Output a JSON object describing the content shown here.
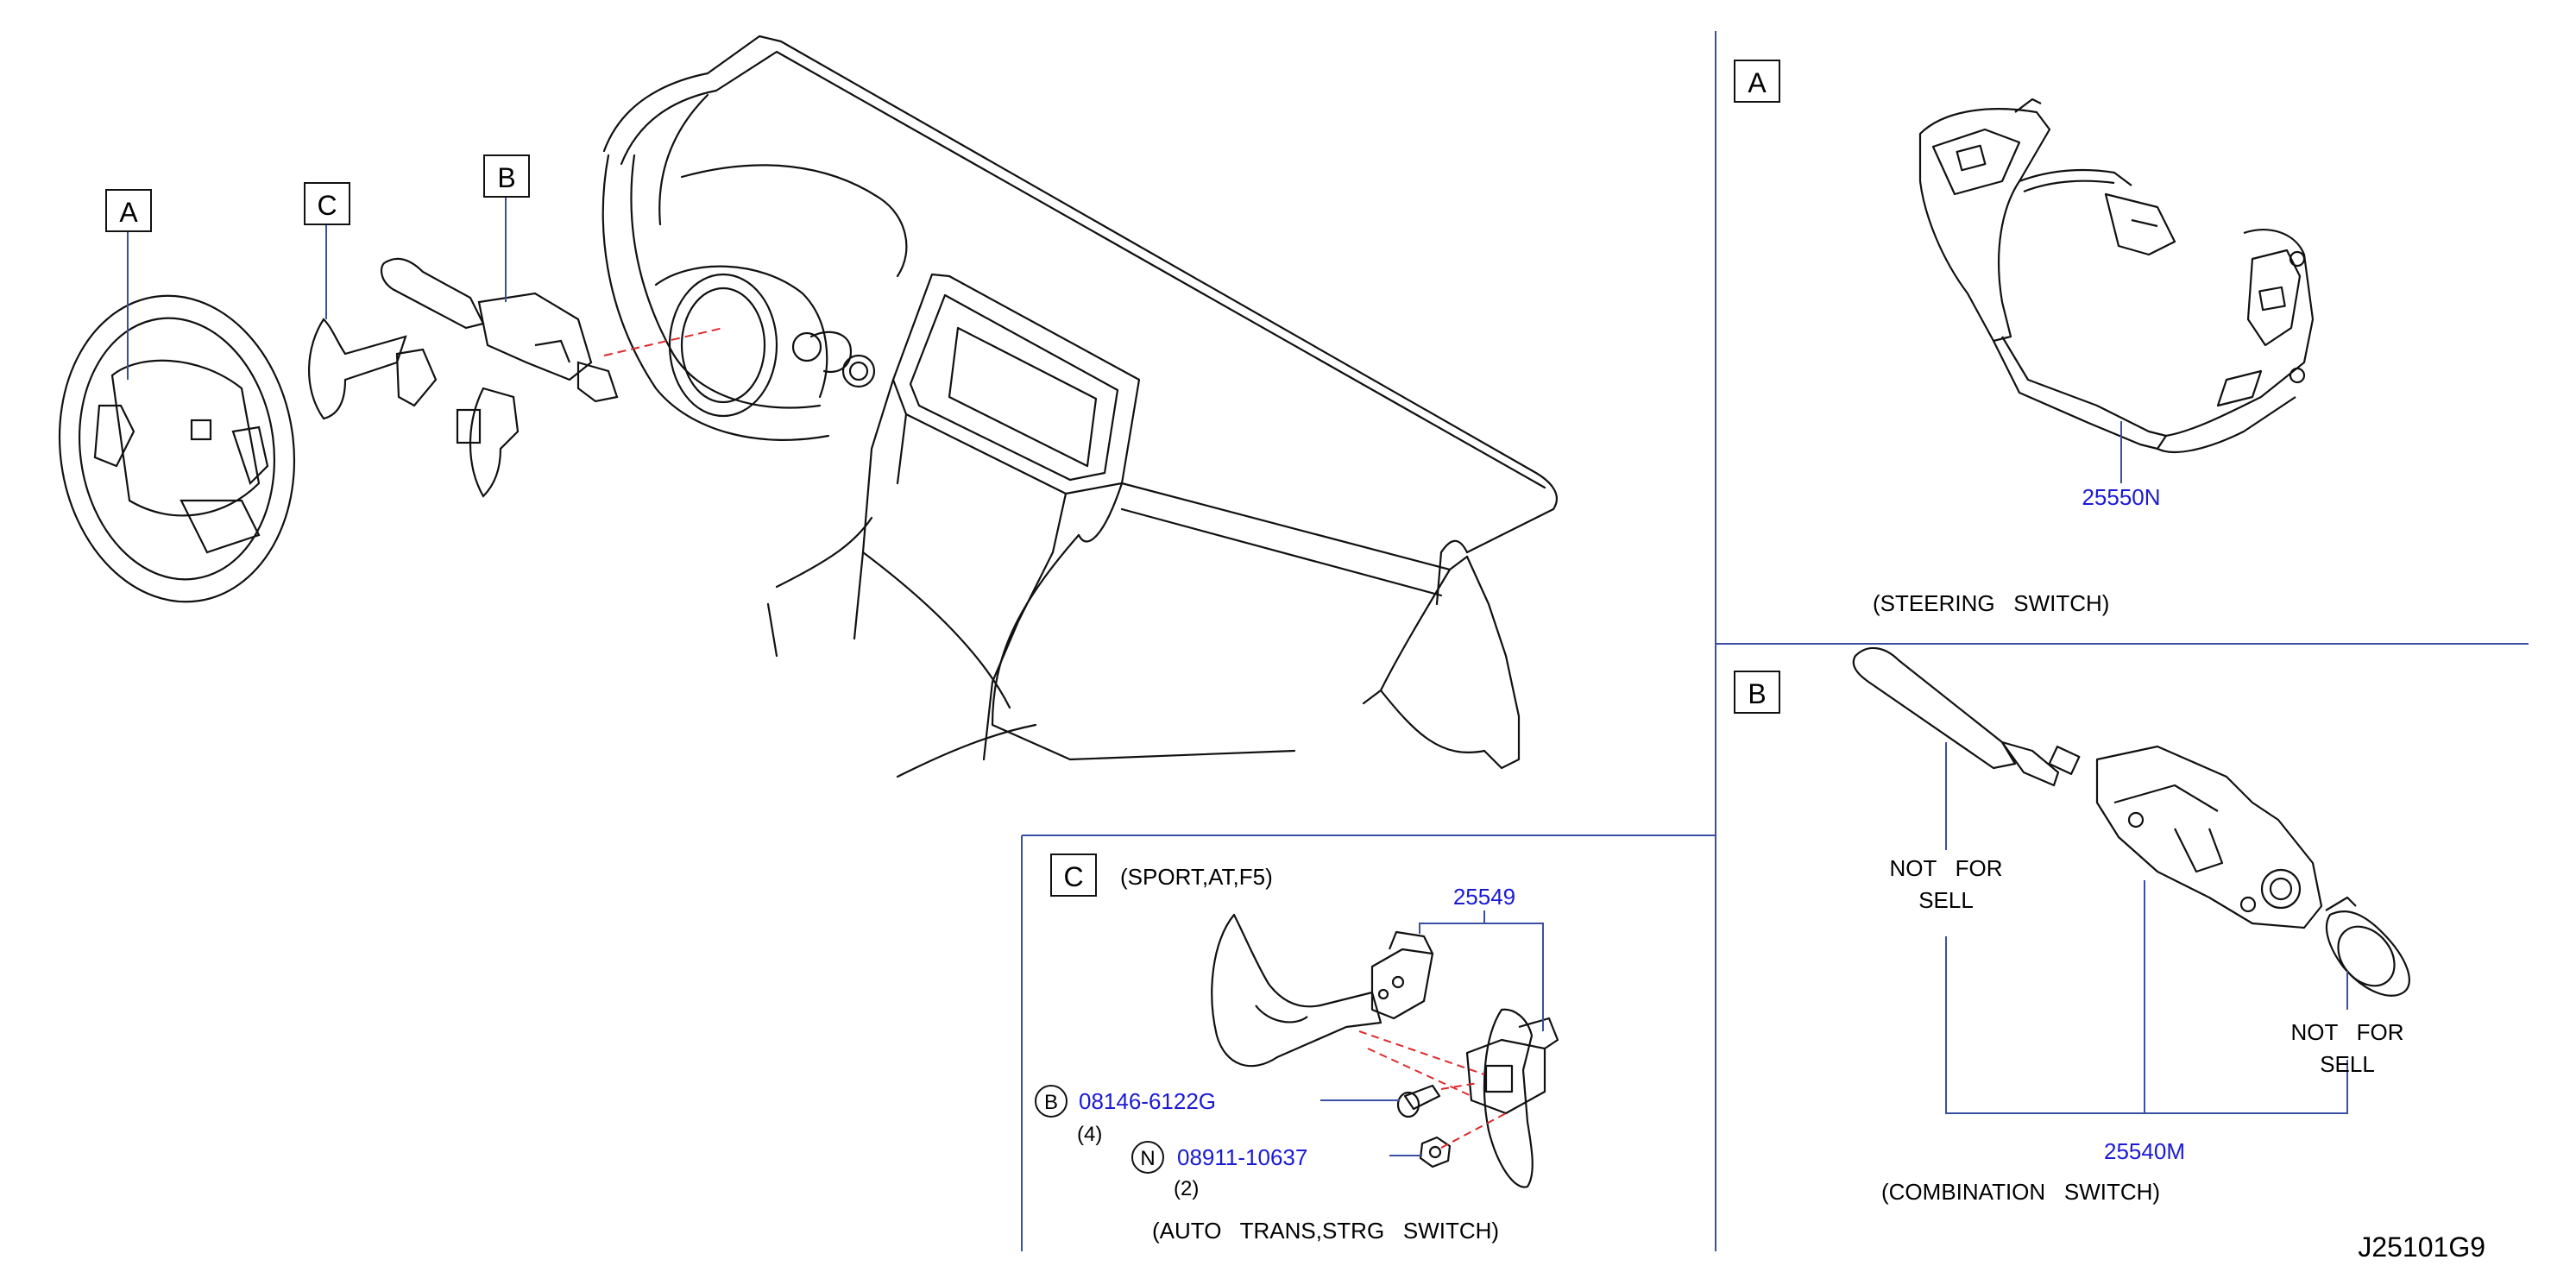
{
  "colors": {
    "line": "#111111",
    "divider": "#3a4fa3",
    "part_number": "#1a1ad6",
    "leader": "#3a4fa3",
    "dashed": "#e0282a"
  },
  "overview": {
    "label_a": "A",
    "label_b": "B",
    "label_c": "C"
  },
  "panel_a": {
    "box_label": "A",
    "part_number": "25550N",
    "caption": "(STEERING   SWITCH)"
  },
  "panel_b": {
    "box_label": "B",
    "part_number": "25540M",
    "not_for_sell_left_1": "NOT   FOR",
    "not_for_sell_left_2": "SELL",
    "not_for_sell_right_1": "NOT   FOR",
    "not_for_sell_right_2": "SELL",
    "caption": "(COMBINATION   SWITCH)"
  },
  "panel_c": {
    "box_label": "C",
    "spec": "(SPORT,AT,F5)",
    "part_number": "25549",
    "bolt_symbol": "B",
    "bolt_part": "08146-6122G",
    "bolt_qty": "(4)",
    "nut_symbol": "N",
    "nut_part": "08911-10637",
    "nut_qty": "(2)",
    "caption": "(AUTO   TRANS,STRG   SWITCH)"
  },
  "diagram_id": "J25101G9"
}
